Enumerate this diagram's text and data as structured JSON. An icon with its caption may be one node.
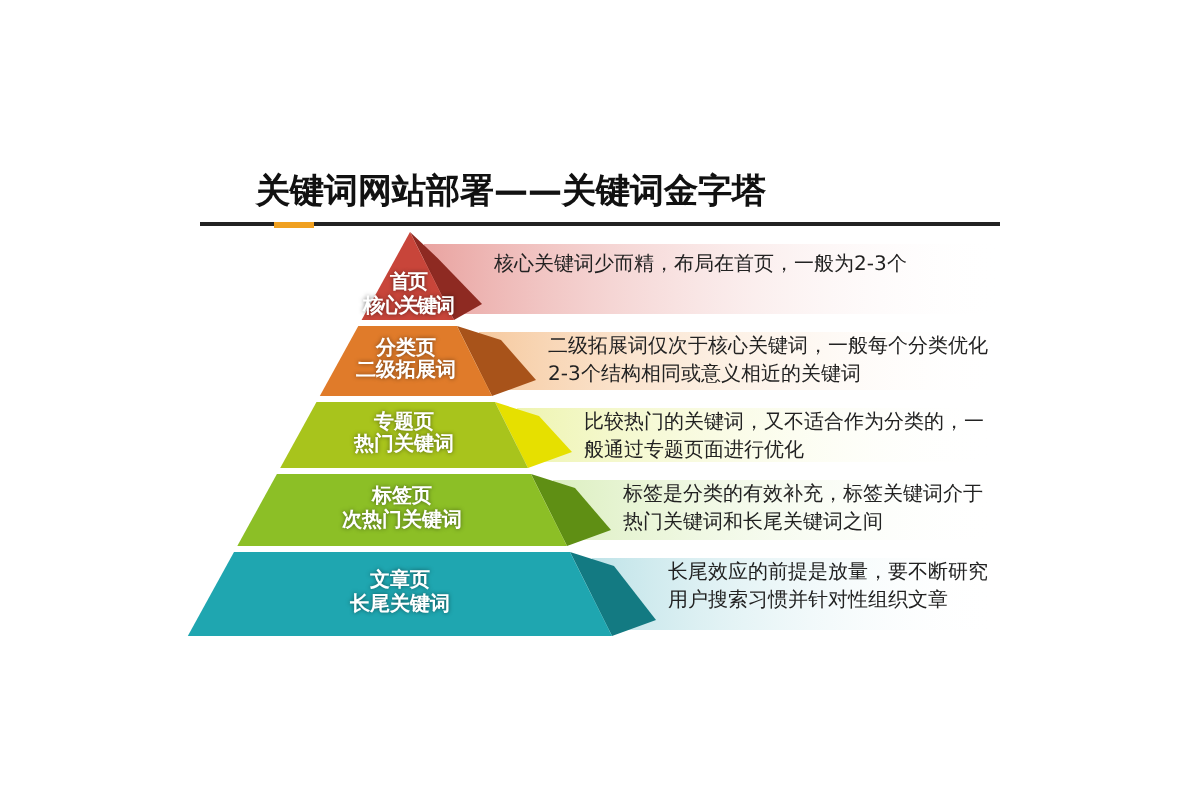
{
  "diagram": {
    "title": "关键词网站部署——关键词金字塔",
    "nodes": [
      {
        "text": [
          "首页",
          "核心关键词",
          "核心关键词少而精，布局在首页，一般为2-3个"
        ]
      },
      {
        "text": [
          "分类页",
          "二级拓展词",
          "二级拓展词仅次于核心关键词，一般每个分类优化2-3个结构相同或意义相近的关键词"
        ]
      },
      {
        "text": [
          "专题页",
          "热门关键词",
          "比较热门的关键词，又不适合作为分类的，一般通过专题页面进行优化"
        ]
      },
      {
        "text": [
          "标签页",
          "次热门关键词",
          "标签是分类的有效补充，标签关键词介于热门关键词和长尾关键词之间"
        ]
      },
      {
        "text": [
          "文章页",
          "长尾关键词",
          "长尾效应的前提是放量，要不断研究用户搜索习惯并针对性组织文章"
        ]
      }
    ]
  }
}
